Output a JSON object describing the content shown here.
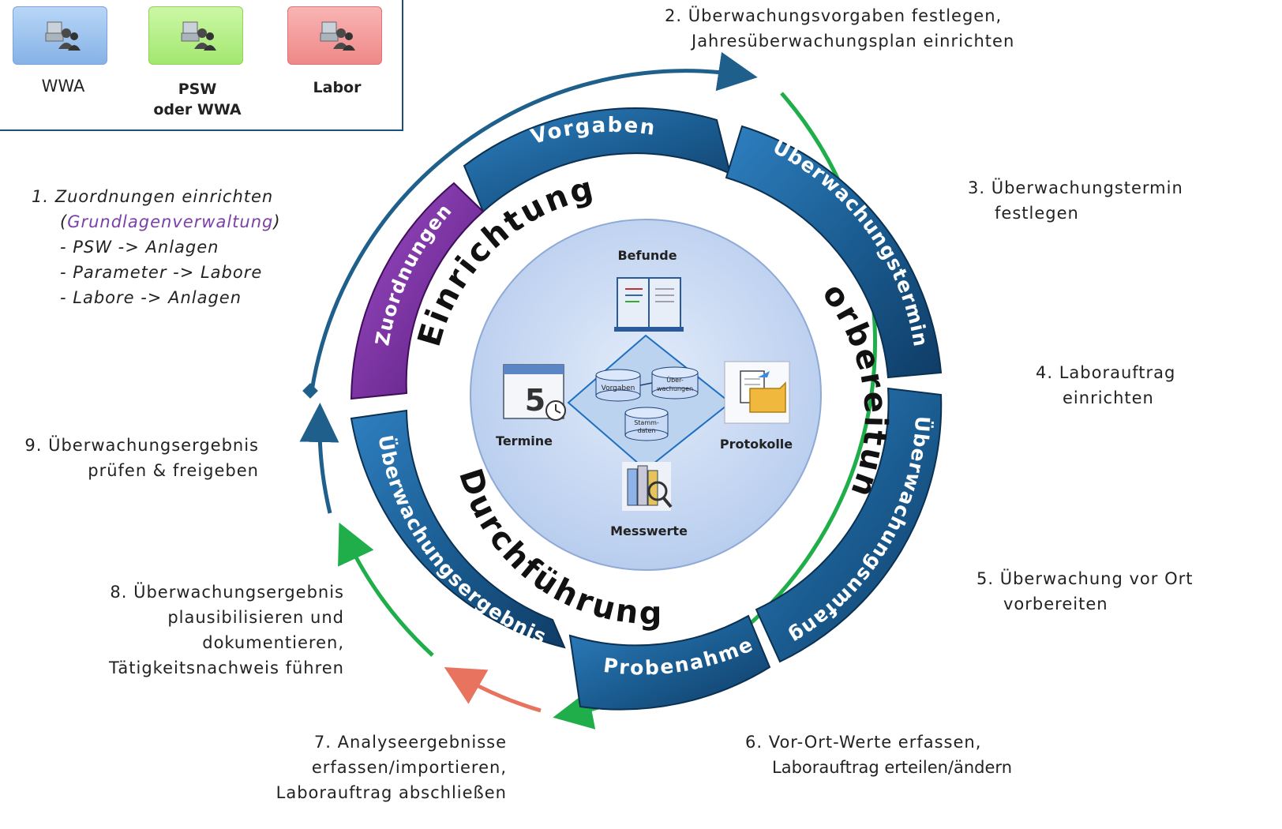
{
  "legend": {
    "roles": [
      {
        "label": "WWA",
        "color": "#9cc3f0",
        "icon": "users-icon"
      },
      {
        "label": "PSW\noder WWA",
        "color": "#b5f08a",
        "icon": "users-icon"
      },
      {
        "label": "Labor",
        "color": "#f59a9a",
        "icon": "users-icon"
      }
    ]
  },
  "steps": {
    "s1": {
      "line1": "1. Zuordnungen einrichten",
      "line2_open": "(",
      "line2_link": "Grundlagenverwaltung",
      "line2_close": ")",
      "line3": "- PSW -> Anlagen",
      "line4": "- Parameter -> Labore",
      "line5": "- Labore -> Anlagen"
    },
    "s2": {
      "line1": "2. Überwachungsvorgaben festlegen,",
      "line2": "Jahresüberwachungsplan einrichten"
    },
    "s3": {
      "line1": "3. Überwachungstermin",
      "line2": "festlegen"
    },
    "s4": {
      "line1": "4. Laborauftrag",
      "line2": "einrichten"
    },
    "s5": {
      "line1": "5. Überwachung vor Ort",
      "line2": "vorbereiten"
    },
    "s6": {
      "line1": "6. Vor-Ort-Werte erfassen,",
      "line2": "Laborauftrag erteilen/ändern"
    },
    "s7": {
      "line1": "7. Analyseergebnisse",
      "line2": "erfassen/importieren,",
      "line3": "Laborauftrag abschließen"
    },
    "s8": {
      "line1": "8. Überwachungsergebnis",
      "line2": "plausibilisieren und",
      "line3": "dokumentieren,",
      "line4": "Tätigkeitsnachweis führen"
    },
    "s9": {
      "line1": "9. Überwachungsergebnis",
      "line2": "prüfen & freigeben"
    }
  },
  "segments": {
    "vorgaben": "Vorgaben",
    "ueberwachungstermin": "Überwachungstermin",
    "ueberwachungsumfang": "Überwachungsumfang",
    "probenahme": "Probenahme",
    "ueberwachungsergebnis": "Überwachungsergebnis",
    "zuordnungen": "Zuordnungen"
  },
  "phases": {
    "einrichtung": "Einrichtung",
    "vorbereitung": "Vorbereitung",
    "durchfuehrung": "Durchführung"
  },
  "center": {
    "befunde": "Befunde",
    "termine": "Termine",
    "protokolle": "Protokolle",
    "messwerte": "Messwerte",
    "db_vorgaben": "Vorgaben",
    "db_ueber_1": "Über-",
    "db_ueber_2": "wachungen",
    "db_stamm_1": "Stamm-",
    "db_stamm_2": "daten",
    "calendar_day": "5"
  },
  "colors": {
    "blue_arrow": "#1f5f8b",
    "green_arrow": "#1fae4a",
    "red_arrow": "#e8735f",
    "segment_blue": "#1b5e93",
    "segment_purple": "#7a2ea0",
    "center_fill": "#ccdcf4"
  }
}
